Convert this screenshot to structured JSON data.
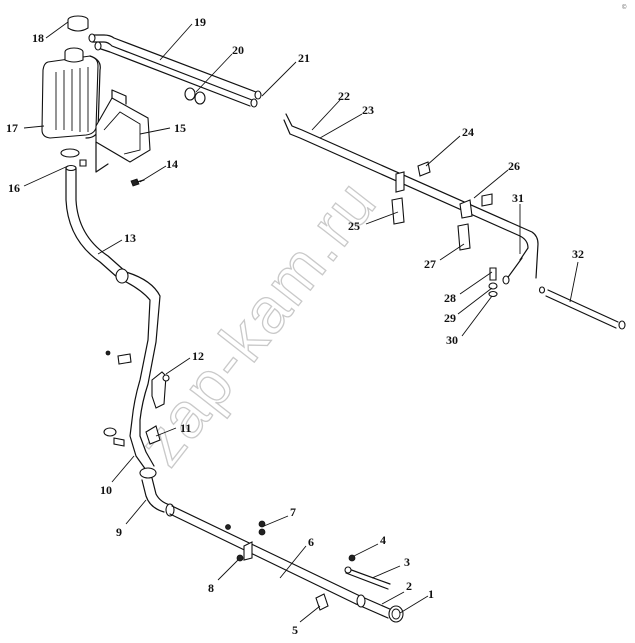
{
  "watermark": "zap-kam.ru",
  "corner_mark": "©",
  "callouts": [
    {
      "id": "1",
      "label": "1"
    },
    {
      "id": "2",
      "label": "2"
    },
    {
      "id": "3",
      "label": "3"
    },
    {
      "id": "4",
      "label": "4"
    },
    {
      "id": "5",
      "label": "5"
    },
    {
      "id": "6",
      "label": "6"
    },
    {
      "id": "7",
      "label": "7"
    },
    {
      "id": "8",
      "label": "8"
    },
    {
      "id": "9",
      "label": "9"
    },
    {
      "id": "10",
      "label": "10"
    },
    {
      "id": "11",
      "label": "11"
    },
    {
      "id": "12",
      "label": "12"
    },
    {
      "id": "13",
      "label": "13"
    },
    {
      "id": "14",
      "label": "14"
    },
    {
      "id": "15",
      "label": "15"
    },
    {
      "id": "16",
      "label": "16"
    },
    {
      "id": "17",
      "label": "17"
    },
    {
      "id": "18",
      "label": "18"
    },
    {
      "id": "19",
      "label": "19"
    },
    {
      "id": "20",
      "label": "20"
    },
    {
      "id": "21",
      "label": "21"
    },
    {
      "id": "22",
      "label": "22"
    },
    {
      "id": "23",
      "label": "23"
    },
    {
      "id": "24",
      "label": "24"
    },
    {
      "id": "25",
      "label": "25"
    },
    {
      "id": "26",
      "label": "26"
    },
    {
      "id": "27",
      "label": "27"
    },
    {
      "id": "28",
      "label": "28"
    },
    {
      "id": "29",
      "label": "29"
    },
    {
      "id": "30",
      "label": "30"
    },
    {
      "id": "31",
      "label": "31"
    },
    {
      "id": "32",
      "label": "32"
    }
  ]
}
